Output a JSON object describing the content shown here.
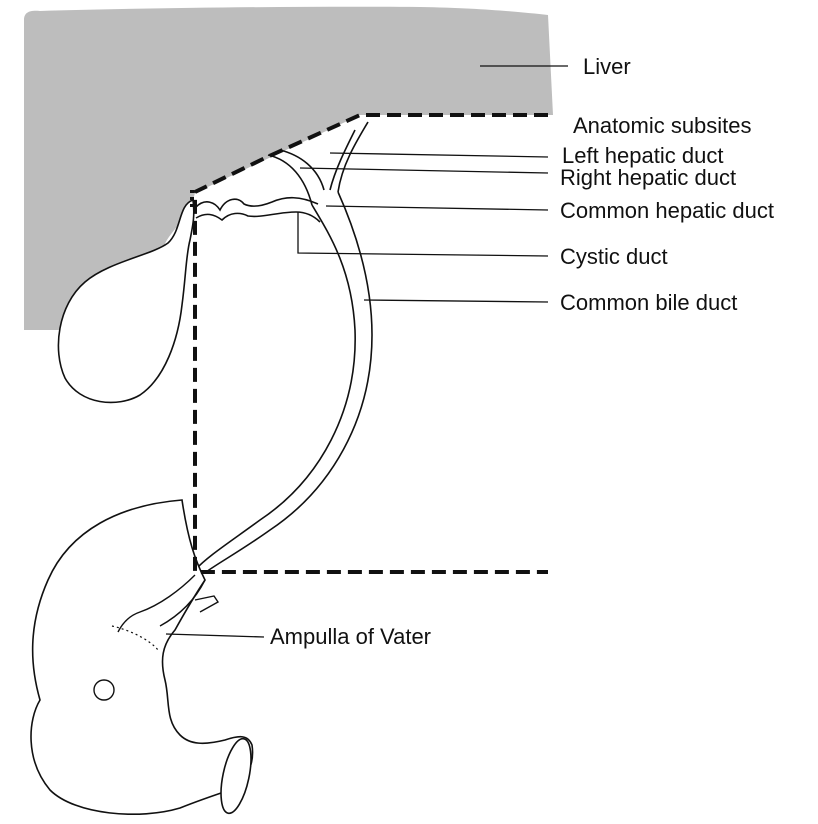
{
  "labels": {
    "liver": "Liver",
    "anatomic_subsites": "Anatomic subsites",
    "left_hepatic_duct": "Left hepatic duct",
    "right_hepatic_duct": "Right hepatic duct",
    "common_hepatic_duct": "Common hepatic duct",
    "cystic_duct": "Cystic duct",
    "common_bile_duct": "Common bile duct",
    "ampulla_of_vater": "Ampulla of Vater"
  },
  "colors": {
    "liver_fill": "#bdbdbd",
    "ink": "#111111",
    "background": "#ffffff"
  }
}
